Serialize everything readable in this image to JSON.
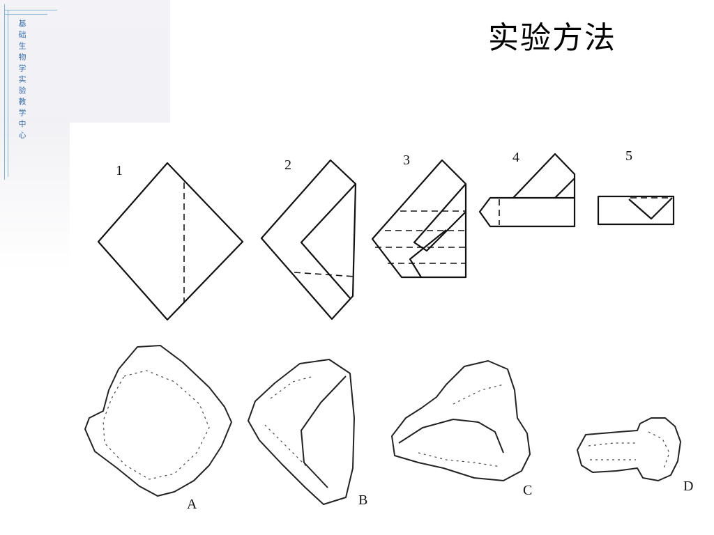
{
  "slide": {
    "title": "实验方法",
    "sidebar_label": "基础生物学实验教学中心"
  },
  "diagram": {
    "steps": [
      {
        "label": "1"
      },
      {
        "label": "2"
      },
      {
        "label": "3"
      },
      {
        "label": "4"
      },
      {
        "label": "5"
      }
    ],
    "results": [
      {
        "label": "A"
      },
      {
        "label": "B"
      },
      {
        "label": "C"
      },
      {
        "label": "D"
      }
    ]
  }
}
